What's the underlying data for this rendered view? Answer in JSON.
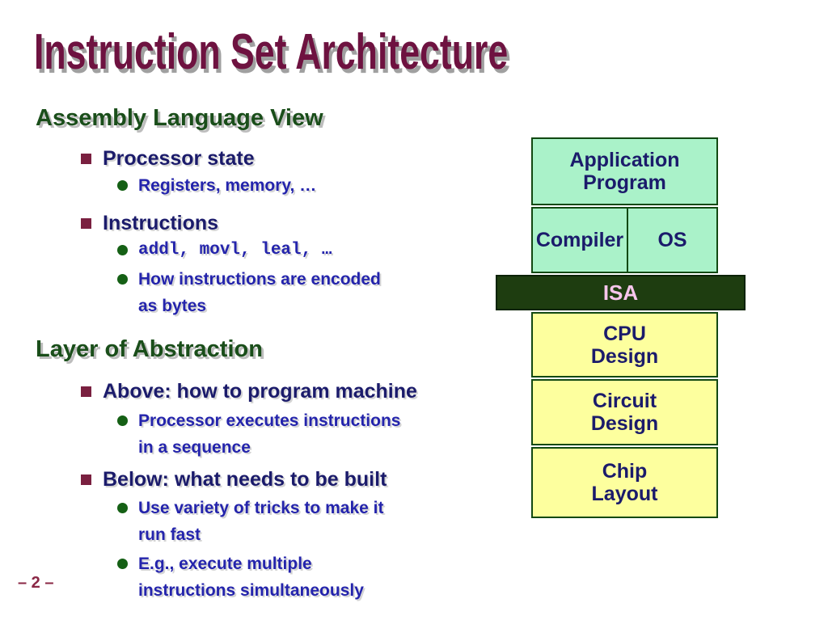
{
  "slide": {
    "title": "Instruction Set Architecture",
    "page_number": "– 2 –"
  },
  "sections": [
    {
      "heading": "Assembly Language View",
      "items": [
        {
          "level": 1,
          "text": "Processor state"
        },
        {
          "level": 2,
          "text": "Registers, memory, …"
        },
        {
          "level": 1,
          "text": "Instructions"
        },
        {
          "level": 2,
          "text": "addl, movl, leal, …",
          "style": "monospace"
        },
        {
          "level": 2,
          "text": "How instructions are encoded\nas bytes"
        }
      ]
    },
    {
      "heading": "Layer of Abstraction",
      "items": [
        {
          "level": 1,
          "text": "Above: how to program machine"
        },
        {
          "level": 2,
          "text": "Processor executes instructions\nin a sequence"
        },
        {
          "level": 1,
          "text": "Below: what needs to be built"
        },
        {
          "level": 2,
          "text": "Use variety of tricks to make it\nrun fast"
        },
        {
          "level": 2,
          "text": "E.g., execute multiple\ninstructions simultaneously"
        }
      ]
    }
  ],
  "diagram": {
    "boxes": [
      {
        "label": "Application\nProgram",
        "layer": "software"
      },
      {
        "label": "Compiler",
        "layer": "software"
      },
      {
        "label": "OS",
        "layer": "software"
      },
      {
        "label": "ISA",
        "layer": "interface"
      },
      {
        "label": "CPU\nDesign",
        "layer": "hardware"
      },
      {
        "label": "Circuit\nDesign",
        "layer": "hardware"
      },
      {
        "label": "Chip\nLayout",
        "layer": "hardware"
      }
    ],
    "colors": {
      "software_fill": "#aaf2c9",
      "hardware_fill": "#fdff9e",
      "box_border": "#124912",
      "isa_fill": "#1e3d10",
      "isa_text": "#f7c6ec",
      "label_text": "#1b1b6b"
    }
  },
  "colors": {
    "title": "#6e1240",
    "heading": "#1a4e1a",
    "level1_text": "#1b1b6b",
    "level2_text": "#2424ac",
    "square_bullet": "#7a2040",
    "round_bullet": "#156015",
    "page_number": "#8b2846"
  }
}
